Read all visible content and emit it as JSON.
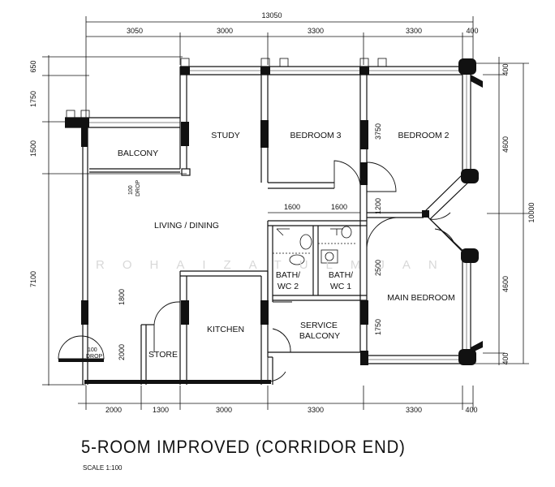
{
  "plan": {
    "title": "5-ROOM IMPROVED (CORRIDOR END)",
    "scale": "SCALE  1:100",
    "watermark": "ROHAIZATULMJAN",
    "rooms": {
      "balcony": "BALCONY",
      "study": "STUDY",
      "bedroom3": "BEDROOM 3",
      "bedroom2": "BEDROOM 2",
      "living": "LIVING / DINING",
      "bath2_line1": "BATH/",
      "bath2_line2": "WC 2",
      "bath1_line1": "BATH/",
      "bath1_line2": "WC 1",
      "main_bedroom": "MAIN BEDROOM",
      "service_line1": "SERVICE",
      "service_line2": "BALCONY",
      "kitchen": "KITCHEN",
      "store": "STORE"
    },
    "drops": {
      "value": "100",
      "label": "DROP"
    },
    "dims_top": {
      "total": "13050",
      "d1": "3050",
      "d2": "3000",
      "d3": "3300",
      "d4": "3300",
      "d5": "400"
    },
    "dims_bottom": {
      "d1": "2000",
      "d2": "1300",
      "d3": "3000",
      "d4": "3300",
      "d5": "3300",
      "d6": "400"
    },
    "dims_left": {
      "d1": "650",
      "d2": "1750",
      "d3": "1500",
      "d4": "7100"
    },
    "dims_inner": {
      "bath_w1": "1600",
      "bath_w2": "1600",
      "v3750": "3750",
      "v1200": "1200",
      "v2500": "2500",
      "v1750": "1750",
      "store_h1": "1800",
      "store_h2": "2000"
    },
    "dims_right": {
      "r1": "400",
      "r2": "4600",
      "r3": "4600",
      "r4": "400",
      "total": "10000"
    }
  }
}
